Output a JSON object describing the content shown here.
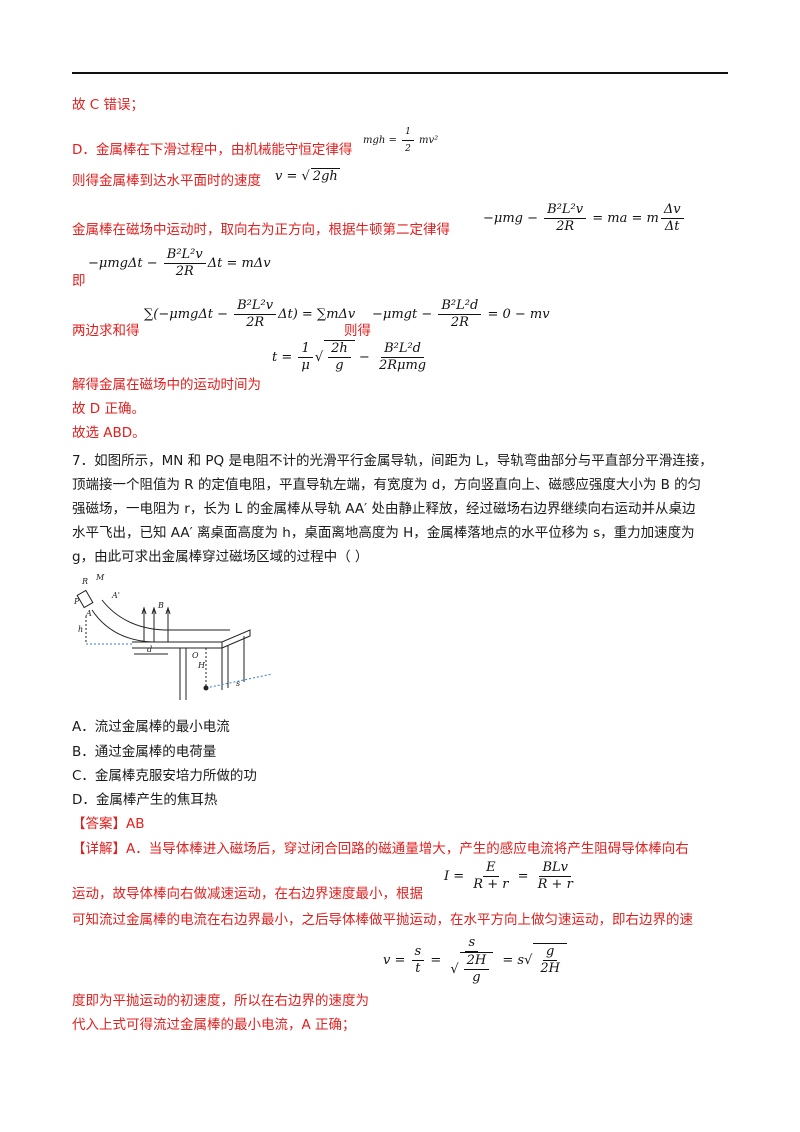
{
  "lines": {
    "l1": "故 C 错误；",
    "l2": "D．金属棒在下滑过程中，由机械能守恒定律得",
    "l3": "则得金属棒到达水平面时的速度",
    "l4": "金属棒在磁场中运动时，取向右为正方向，根据牛顿第二定律得",
    "l5": "即",
    "l6": "两边求和得",
    "l6b": "则得",
    "l7": "解得金属在磁场中的运动时间为",
    "l8": "故 D 正确。",
    "l9": "故选 ABD。"
  },
  "question": {
    "p1": "7．如图所示，MN 和 PQ 是电阻不计的光滑平行金属导轨，间距为 L，导轨弯曲部分与平直部分平滑连接，",
    "p2": "顶端接一个阻值为 R 的定值电阻，平直导轨左端，有宽度为 d，方向竖直向上、磁感应强度大小为 B 的匀",
    "p3": "强磁场，一电阻为 r，长为 L 的金属棒从导轨 AA′ 处由静止释放，经过磁场右边界继续向右运动并从桌边",
    "p4": "水平飞出，已知 AA′ 离桌面高度为 h，桌面离地高度为 H，金属棒落地点的水平位移为 s，重力加速度为",
    "p5": "g，由此可求出金属棒穿过磁场区域的过程中（      ）"
  },
  "options": {
    "A": "A．流过金属棒的最小电流",
    "B": "B．通过金属棒的电荷量",
    "C": "C．金属棒克服安培力所做的功",
    "D": "D．金属棒产生的焦耳热"
  },
  "answer": "【答案】AB",
  "analysis": {
    "a1": "【详解】A．当导体棒进入磁场后，穿过闭合回路的磁通量增大，产生的感应电流将产生阻碍导体棒向右",
    "a2": "运动，故导体棒向右做减速运动，在右边界速度最小，根据",
    "a3": "可知流过金属棒的电流在右边界最小，之后导体棒做平抛运动，在水平方向上做匀速运动，即右边界的速",
    "a4": "度即为平抛运动的初速度，所以在右边界的速度为",
    "a5": "代入上式可得流过金属棒的最小电流，A 正确；"
  },
  "figure": {
    "labels": [
      "R",
      "M",
      "P",
      "A",
      "A'",
      "h",
      "B",
      "d",
      "O",
      "H",
      "s"
    ]
  },
  "colors": {
    "red": "#e0201f",
    "text": "#1a1a1a"
  }
}
